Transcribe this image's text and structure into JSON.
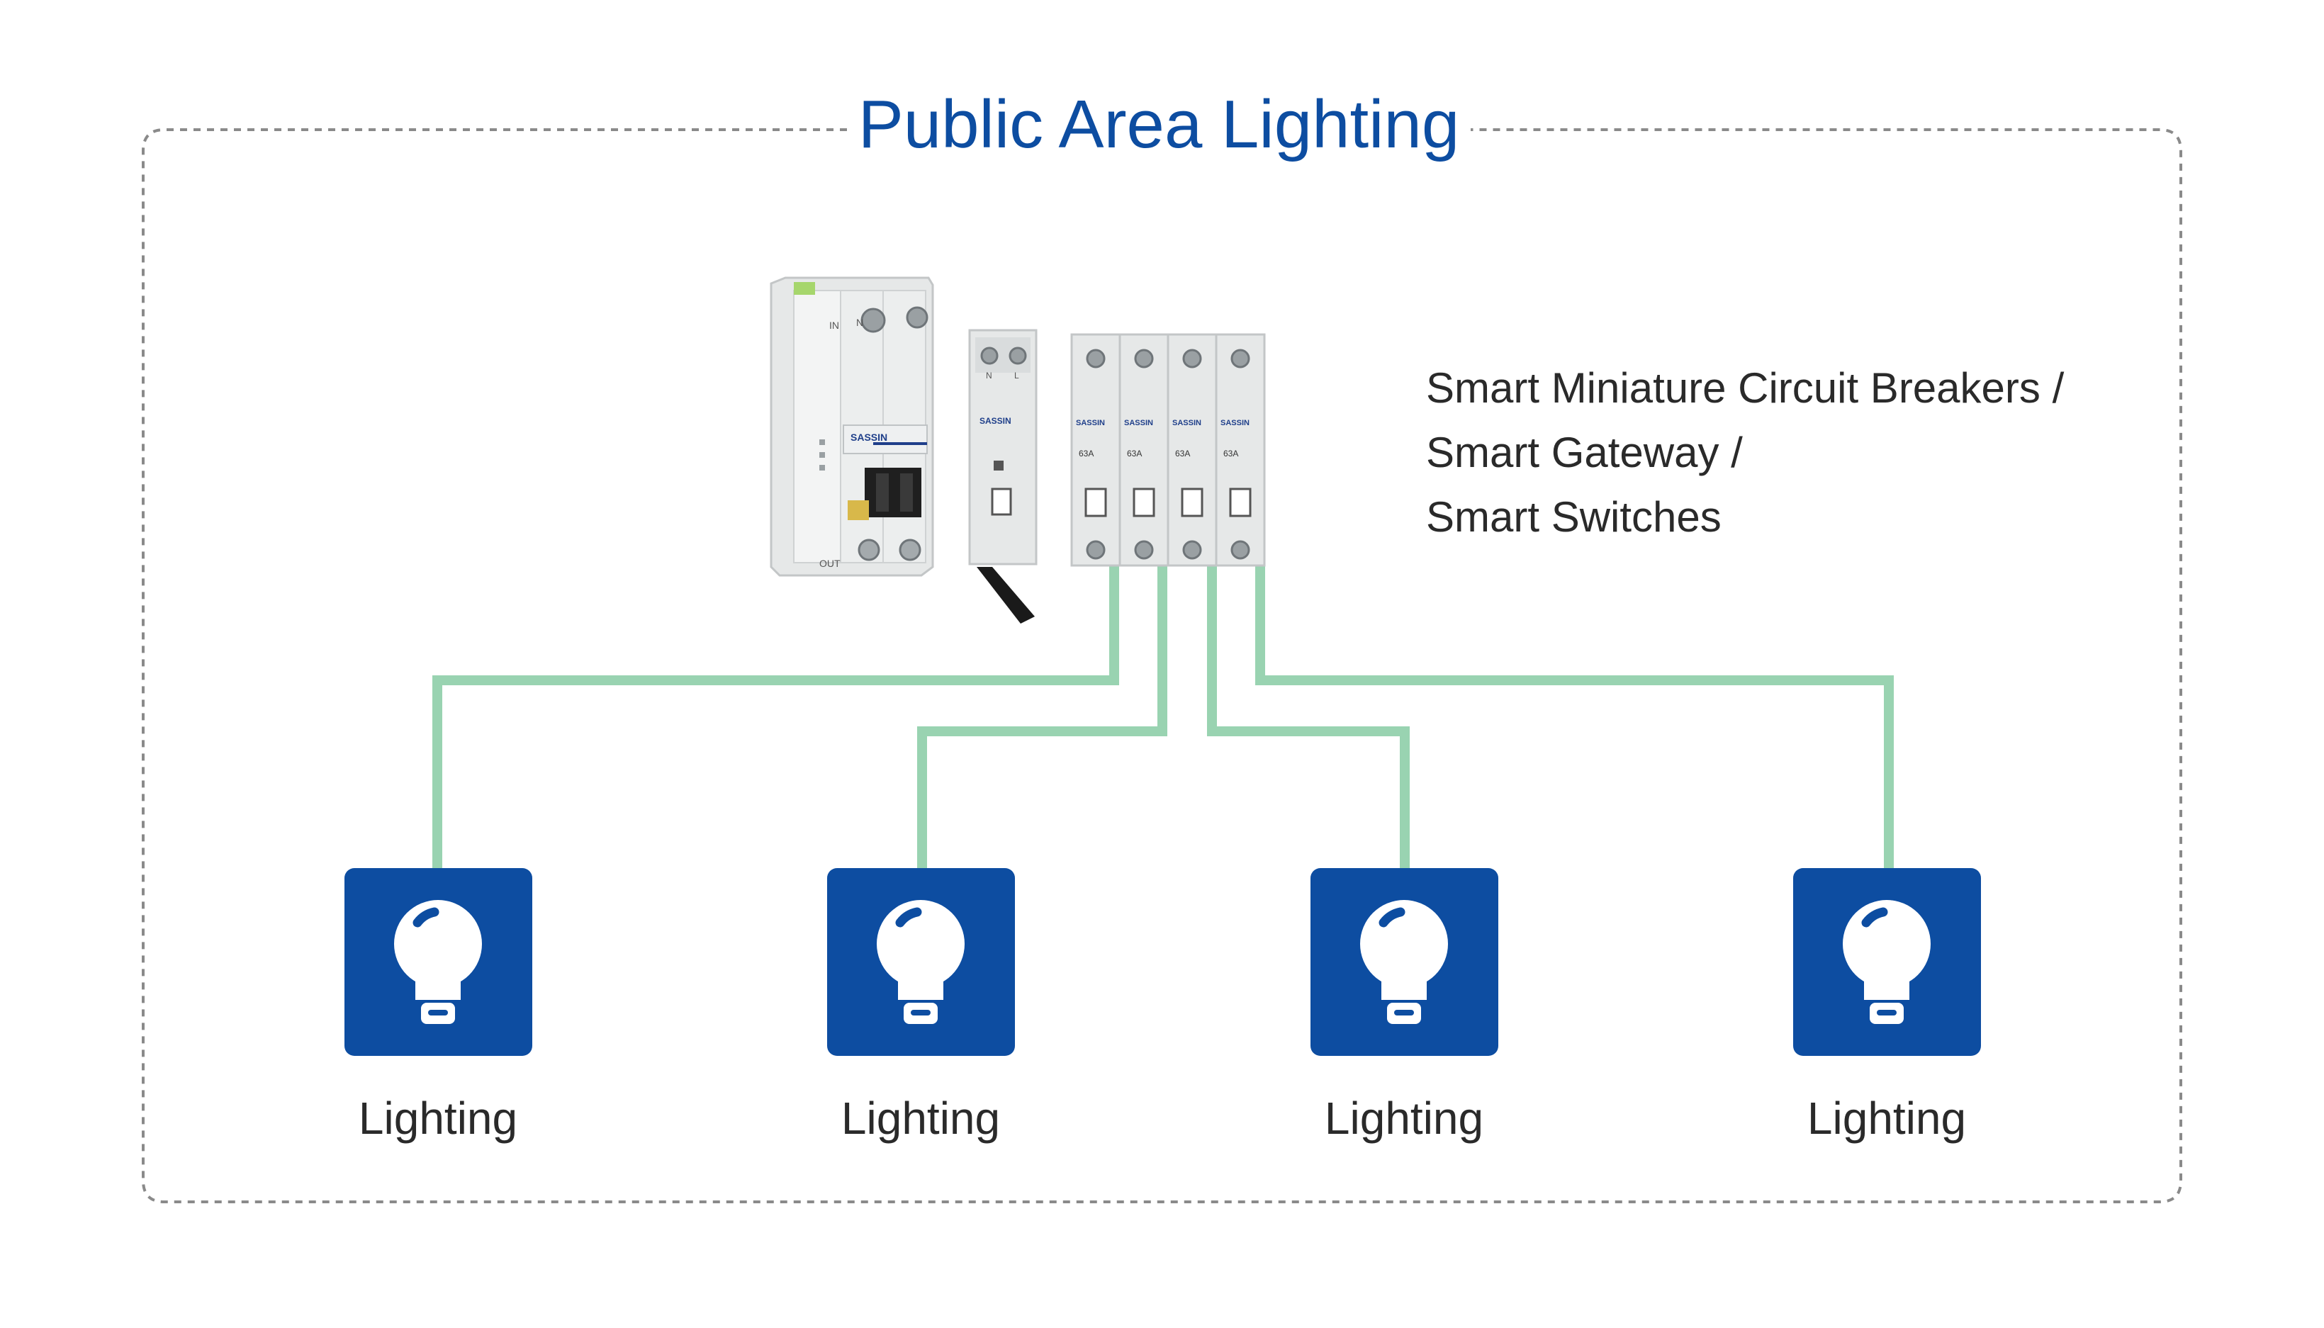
{
  "title": "Public Area Lighting",
  "devices": {
    "description_lines": [
      "Smart Miniature Circuit Breakers /",
      "Smart Gateway /",
      "Smart Switches"
    ],
    "brand": "SASSIN",
    "breaker_terminal_in": "IN",
    "breaker_terminal_out": "OUT",
    "breaker_terminal_n": "N",
    "gateway_terminals": [
      "N",
      "L"
    ],
    "switch_rating": "63A"
  },
  "lamps": [
    {
      "label": "Lighting"
    },
    {
      "label": "Lighting"
    },
    {
      "label": "Lighting"
    },
    {
      "label": "Lighting"
    }
  ],
  "colors": {
    "title": "#0d4da1",
    "border": "#8a8a8a",
    "wire": "#99d3b1",
    "lamp_tile": "#0d4da1",
    "lamp_icon": "#ffffff",
    "text": "#2a2a2a"
  },
  "icons": {
    "lamp": "light-bulb-icon"
  }
}
